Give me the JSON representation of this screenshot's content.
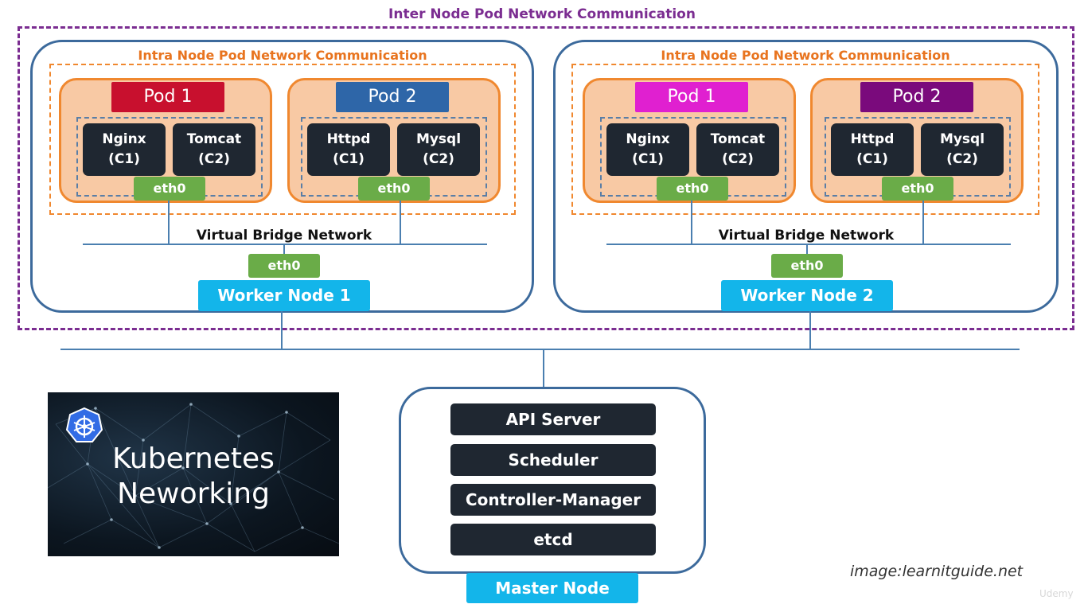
{
  "title": "Inter Node Pod Network Communication",
  "workers": [
    {
      "intra_title": "Intra Node Pod Network Communication",
      "bridge": "Virtual Bridge Network",
      "eth": "eth0",
      "label": "Worker Node 1",
      "pods": [
        {
          "name": "Pod 1",
          "color": "#c8102e",
          "eth": "eth0",
          "containers": [
            {
              "name": "Nginx",
              "id": "(C1)"
            },
            {
              "name": "Tomcat",
              "id": "(C2)"
            }
          ]
        },
        {
          "name": "Pod 2",
          "color": "#2e66a8",
          "eth": "eth0",
          "containers": [
            {
              "name": "Httpd",
              "id": "(C1)"
            },
            {
              "name": "Mysql",
              "id": "(C2)"
            }
          ]
        }
      ]
    },
    {
      "intra_title": "Intra Node Pod Network Communication",
      "bridge": "Virtual Bridge Network",
      "eth": "eth0",
      "label": "Worker Node 2",
      "pods": [
        {
          "name": "Pod 1",
          "color": "#e020d0",
          "eth": "eth0",
          "containers": [
            {
              "name": "Nginx",
              "id": "(C1)"
            },
            {
              "name": "Tomcat",
              "id": "(C2)"
            }
          ]
        },
        {
          "name": "Pod 2",
          "color": "#7a0a7c",
          "eth": "eth0",
          "containers": [
            {
              "name": "Httpd",
              "id": "(C1)"
            },
            {
              "name": "Mysql",
              "id": "(C2)"
            }
          ]
        }
      ]
    }
  ],
  "master": {
    "label": "Master Node",
    "components": [
      "API Server",
      "Scheduler",
      "Controller-Manager",
      "etcd"
    ]
  },
  "thumbnail": {
    "line1": "Kubernetes",
    "line2": "Neworking",
    "icon": "kubernetes-helm-icon"
  },
  "credit": "image:learnitguide.net",
  "watermark": "Udemy"
}
